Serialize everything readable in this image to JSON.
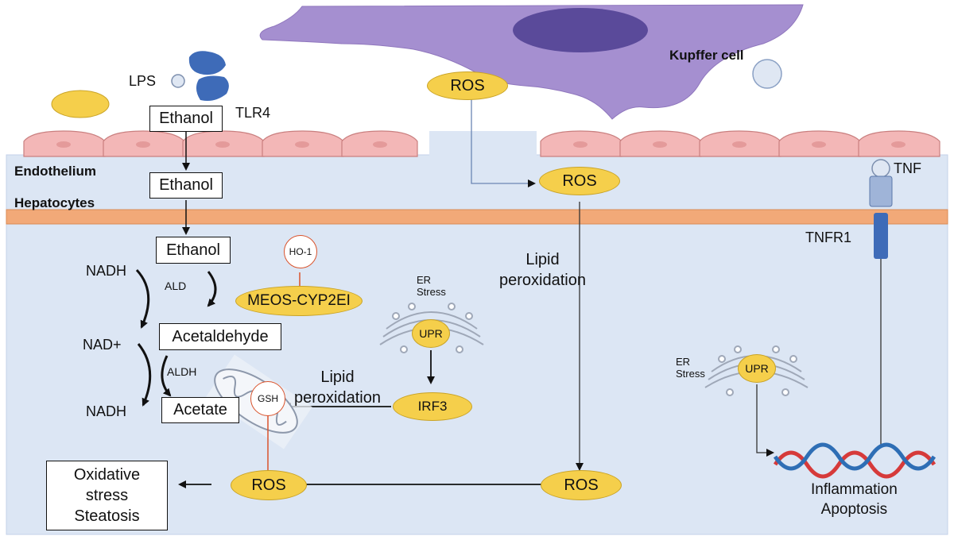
{
  "labels": {
    "kupffer_cell": "Kupffer cell",
    "lps": "LPS",
    "tlr4": "TLR4",
    "endothelium": "Endothelium",
    "hepatocytes": "Hepatocytes",
    "tnf": "TNF",
    "tnfr1": "TNFR1",
    "nadh_top": "NADH",
    "nad_plus": "NAD+",
    "nadh_bottom": "NADH",
    "ald": "ALD",
    "aldh": "ALDH",
    "lipid_peroxidation_1": "Lipid\nperoxidation",
    "lipid_peroxidation_2": "Lipid\nperoxidation",
    "er_stress_1": "ER\nStress",
    "er_stress_2": "ER\nStress",
    "inflammation_apoptosis": "Inflammation\nApoptosis"
  },
  "boxes": {
    "ethanol_1": "Ethanol",
    "ethanol_2": "Ethanol",
    "ethanol_3": "Ethanol",
    "acetaldehyde": "Acetaldehyde",
    "acetate": "Acetate",
    "oxidative_stress": "Oxidative\nstress\nSteatosis"
  },
  "ovals": {
    "ros_kupffer": "ROS",
    "ros_endothelium": "ROS",
    "ros_bottom_right": "ROS",
    "ros_bottom_left": "ROS",
    "meos": "MEOS-CYP2EI",
    "irf3": "IRF3",
    "upr_1": "UPR",
    "upr_2": "UPR"
  },
  "inhibitors": {
    "ho1": "HO-1",
    "gsh": "GSH"
  },
  "colors": {
    "kupffer": "#a58fd0",
    "nucleus": "#5a4a9a",
    "tissue_bg": "#dce6f4",
    "membrane": "#f2a978",
    "endothelial_cell": "#f3b7b7",
    "ros_fill": "#f5cf4b",
    "receptor_blue": "#3e6bb8",
    "dna_red": "#d63a3a",
    "dna_blue": "#2e6eb5",
    "inhibitor_line": "#d9532c"
  }
}
